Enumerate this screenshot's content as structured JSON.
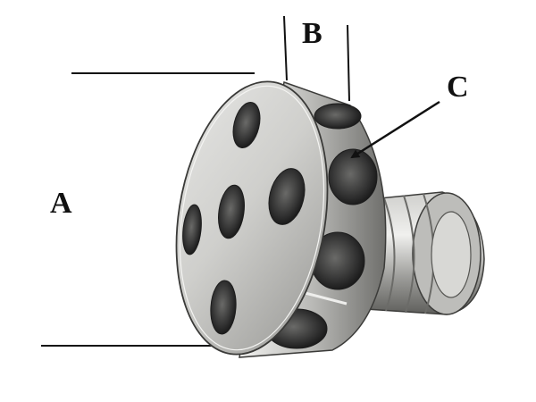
{
  "labels": {
    "a": "A",
    "b": "B",
    "c": "C"
  },
  "colors": {
    "ink": "#111111",
    "metal_light": "#d6d6d4",
    "metal_mid": "#a9a9a6",
    "metal_dark": "#5d5d5b",
    "hole_dark": "#2c2c2c",
    "background": "#ffffff"
  }
}
